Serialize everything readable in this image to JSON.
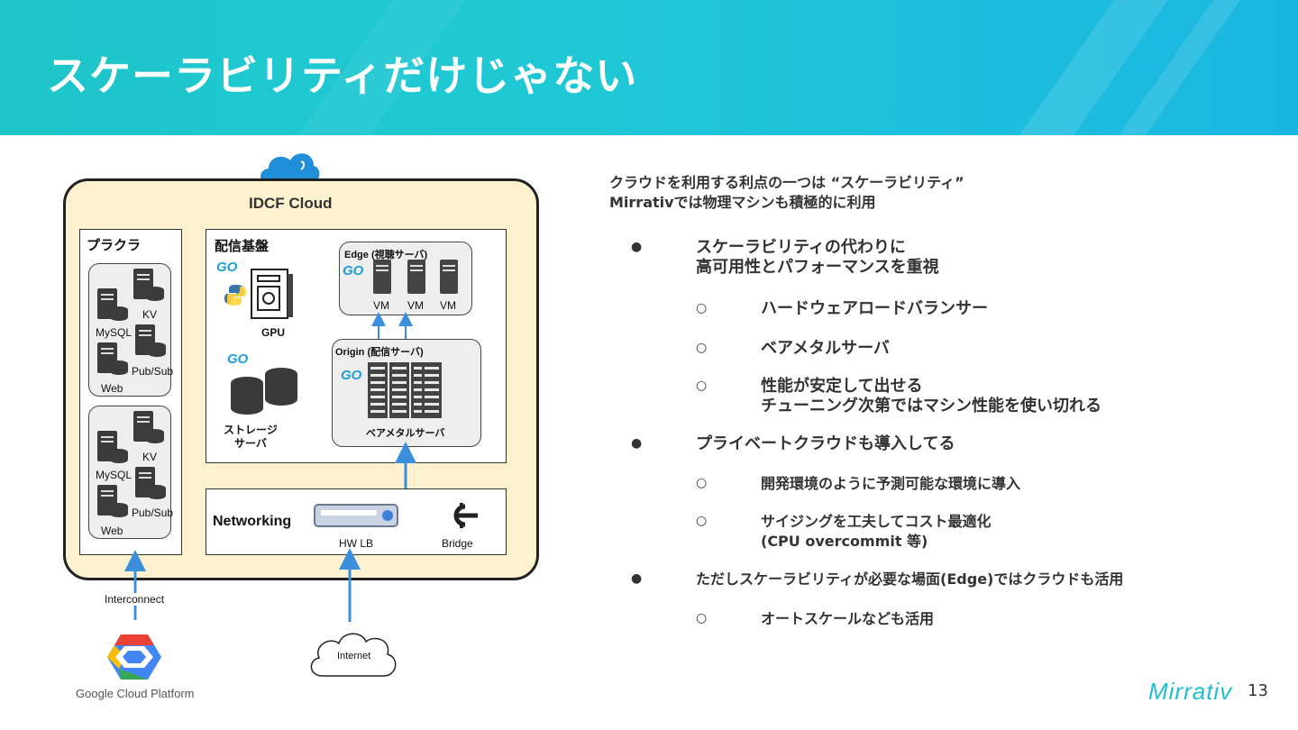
{
  "slide": {
    "title": "スケーラビリティだけじゃない",
    "page_number": "13",
    "logo_text": "Mirrativ"
  },
  "diagram": {
    "cloud_label": "IDCF Cloud",
    "purakura": {
      "title": "プラクラ",
      "group1": {
        "kv": "KV",
        "mysql": "MySQL",
        "pubsub": "Pub/Sub",
        "web": "Web"
      },
      "group2": {
        "kv": "KV",
        "mysql": "MySQL",
        "pubsub": "Pub/Sub",
        "web": "Web"
      }
    },
    "haishin": {
      "title": "配信基盤",
      "go_text": "GO",
      "gpu": "GPU",
      "storage": "ストレージ\nサーバ",
      "edge_title": "Edge (視聴サーバ)",
      "vm_labels": [
        "VM",
        "VM",
        "VM"
      ],
      "origin_title": "Origin (配信サーバ)",
      "baremetal": "ベアメタルサーバ"
    },
    "networking": {
      "title": "Networking",
      "hwlb": "HW LB",
      "bridge": "Bridge"
    },
    "interconnect": "Interconnect",
    "gcp": "Google Cloud Platform",
    "internet": "Internet"
  },
  "content": {
    "intro_line1": "クラウドを利用する利点の一つは “スケーラビリティ”",
    "intro_line2": "Mirrativでは物理マシンも積極的に利用",
    "bullet_mark": "●",
    "sub_mark": "○",
    "b1": "スケーラビリティの代わりに\n高可用性とパフォーマンスを重視",
    "b1_s1": "ハードウェアロードバランサー",
    "b1_s2": "ベアメタルサーバ",
    "b1_s3": "性能が安定して出せる\nチューニング次第ではマシン性能を使い切れる",
    "b2": "プライベートクラウドも導入してる",
    "b2_s1": "開発環境のように予測可能な環境に導入",
    "b2_s2": "サイジングを工夫してコスト最適化\n(CPU overcommit 等)",
    "b3": "ただしスケーラビリティが必要な場面(Edge)ではクラウドも活用",
    "b3_s1": "オートスケールなども活用"
  }
}
